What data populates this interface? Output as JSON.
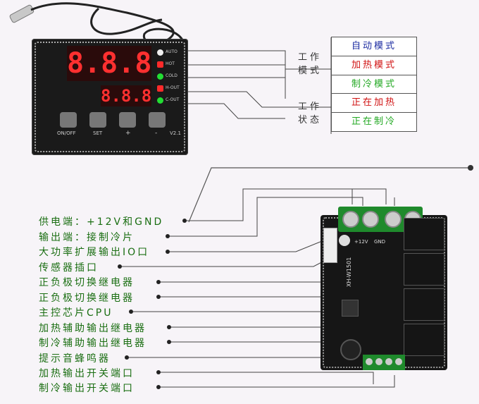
{
  "controller": {
    "display_top": "8.8.8",
    "display_bottom": "8.8.8",
    "led_labels": [
      "AUTO",
      "HOT",
      "COLD",
      "H-OUT",
      "C-OUT"
    ],
    "led_colors": [
      "#f0f0f0",
      "#ff2a2a",
      "#22dd33",
      "#ff2a2a",
      "#22dd33"
    ],
    "buttons": [
      "ON/OFF",
      "SET",
      "+",
      "-"
    ],
    "version": "V2.1"
  },
  "work_mode": {
    "label": "工作模式",
    "options": [
      {
        "text": "自动模式",
        "color": "#1a2aa0"
      },
      {
        "text": "加热模式",
        "color": "#d01010"
      },
      {
        "text": "制冷模式",
        "color": "#22a822"
      }
    ]
  },
  "work_status": {
    "label": "工作状态",
    "options": [
      {
        "text": "正在加热",
        "color": "#d01010"
      },
      {
        "text": "正在制冷",
        "color": "#22a822"
      }
    ]
  },
  "board": {
    "silk": [
      "+12V",
      "GND",
      "XH-W1501"
    ]
  },
  "legend": [
    "供电端：+12V和GND",
    "输出端：接制冷片",
    "大功率扩展输出IO口",
    "传感器插口",
    "正负极切换继电器",
    "正负极切换继电器",
    "主控芯片CPU",
    "加热辅助输出继电器",
    "制冷辅助输出继电器",
    "提示音蜂鸣器",
    "加热输出开关端口",
    "制冷输出开关端口"
  ]
}
